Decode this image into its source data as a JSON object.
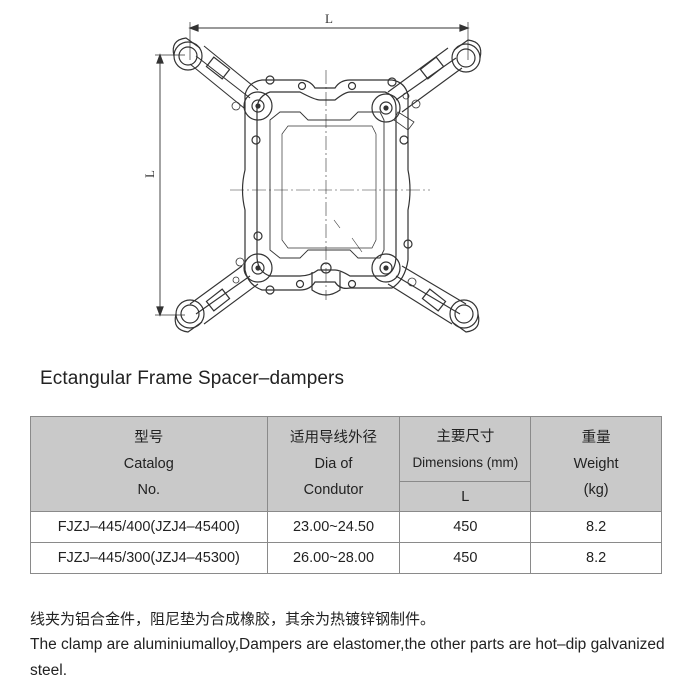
{
  "drawing": {
    "dimension_top": "L",
    "dimension_left": "L"
  },
  "title": "Ectangular Frame Spacer–dampers",
  "table": {
    "headers": {
      "catalog": [
        "型号",
        "Catalog",
        "No."
      ],
      "dia": [
        "适用导线外径",
        "Dia of",
        "Condutor"
      ],
      "dimensions": [
        "主要尺寸",
        "Dimensions (mm)"
      ],
      "dimensions_sub": "L",
      "weight": [
        "重量",
        "Weight",
        "(kg)"
      ]
    },
    "rows": [
      {
        "catalog": "FJZJ–445/400(JZJ4–45400)",
        "dia": "23.00~24.50",
        "L": "450",
        "weight": "8.2"
      },
      {
        "catalog": "FJZJ–445/300(JZJ4–45300)",
        "dia": "26.00~28.00",
        "L": "450",
        "weight": "8.2"
      }
    ]
  },
  "notes": {
    "chinese": "线夹为铝合金件，阻尼垫为合成橡胶，其余为热镀锌钢制件。",
    "english": "The clamp are aluminiumalloy,Dampers are elastomer,the other parts are hot–dip galvanized steel."
  }
}
